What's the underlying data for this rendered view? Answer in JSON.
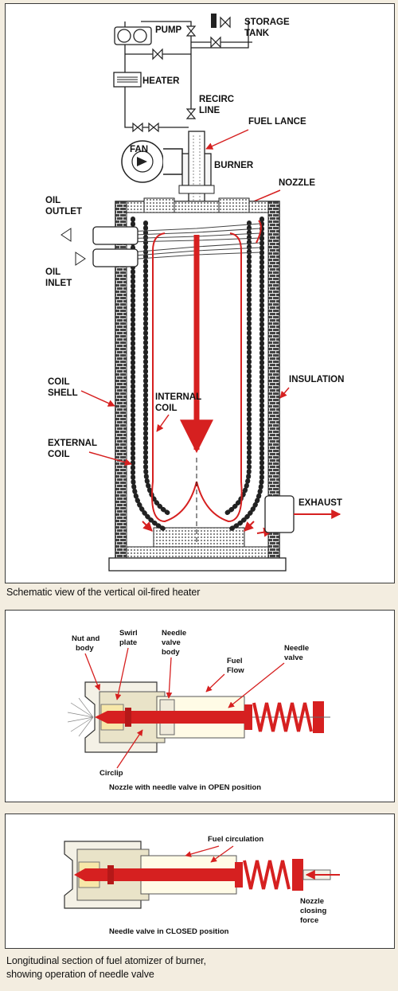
{
  "heater_diagram": {
    "labels": {
      "pump": "PUMP",
      "storage_tank_1": "STORAGE",
      "storage_tank_2": "TANK",
      "heater": "HEATER",
      "recirc_1": "RECIRC",
      "recirc_2": "LINE",
      "fuel_lance": "FUEL LANCE",
      "fan": "FAN",
      "burner": "BURNER",
      "nozzle": "NOZZLE",
      "oil_outlet_1": "OIL",
      "oil_outlet_2": "OUTLET",
      "oil_inlet_1": "OIL",
      "oil_inlet_2": "INLET",
      "coil_shell_1": "COIL",
      "coil_shell_2": "SHELL",
      "internal_coil_1": "INTERNAL",
      "internal_coil_2": "COIL",
      "insulation": "INSULATION",
      "external_coil_1": "EXTERNAL",
      "external_coil_2": "COIL",
      "exhaust": "EXHAUST"
    },
    "caption": "Schematic view of the vertical oil-fired heater"
  },
  "nozzle_open": {
    "labels": {
      "nut_body_1": "Nut and",
      "nut_body_2": "body",
      "swirl_1": "Swirl",
      "swirl_2": "plate",
      "nvb_1": "Needle",
      "nvb_2": "valve",
      "nvb_3": "body",
      "fuel_1": "Fuel",
      "fuel_2": "Flow",
      "needle_1": "Needle",
      "needle_2": "valve",
      "circlip": "Circlip"
    },
    "caption": "Nozzle with needle valve in OPEN position"
  },
  "nozzle_closed": {
    "labels": {
      "fuel_circ": "Fuel circulation",
      "closing_1": "Nozzle",
      "closing_2": "closing",
      "closing_3": "force"
    },
    "caption": "Needle valve in CLOSED position"
  },
  "figure_caption": {
    "line1": "Longitudinal section of fuel atomizer of burner,",
    "line2": "showing operation of needle valve"
  },
  "colors": {
    "accent_red": "#d62020",
    "line_dark": "#222222",
    "page_bg": "#f3ede0"
  }
}
